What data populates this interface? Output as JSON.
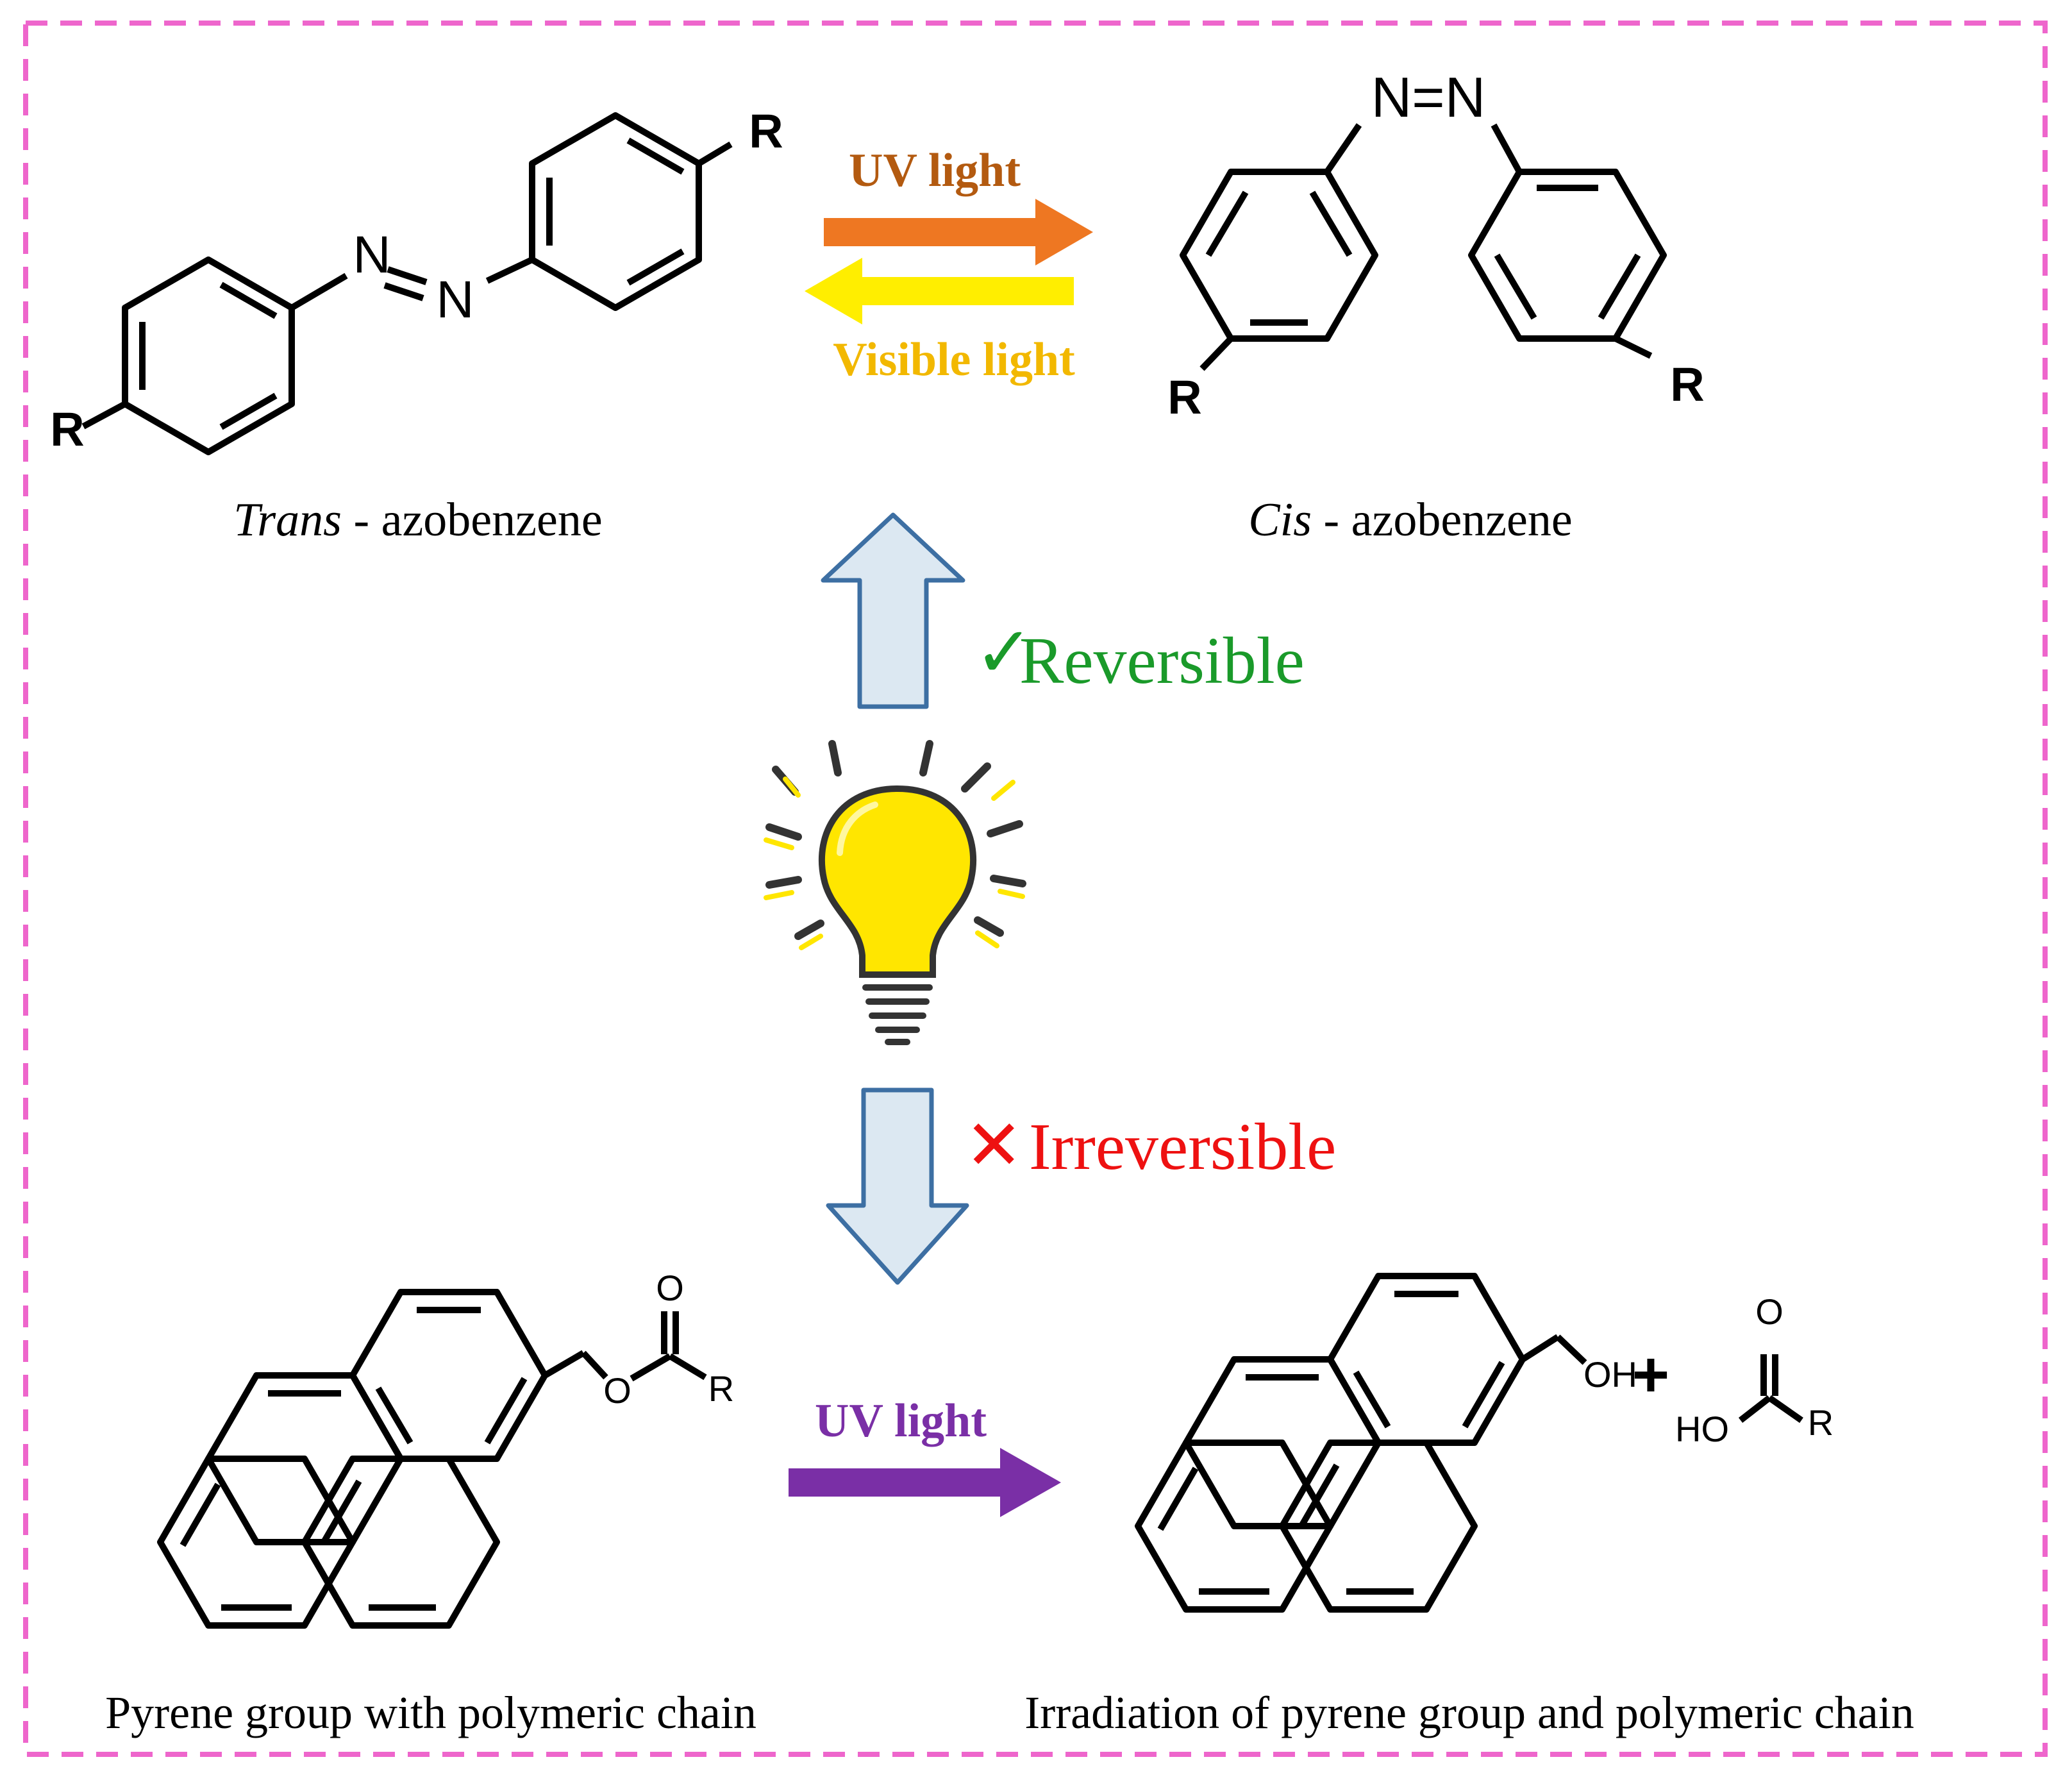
{
  "colors": {
    "frame": "#ee66cc",
    "uv_orange": "#ee7722",
    "uv_text": "#b35a10",
    "visible_yellow": "#ffee00",
    "visible_text": "#f2b800",
    "reversible_green": "#1a9a2a",
    "irreversible_red": "#ee1111",
    "uv_purple": "#7a2fa6",
    "block_arrow_fill": "#dce8f2",
    "block_arrow_stroke": "#3d6fa3",
    "bulb_yellow": "#ffe600",
    "bulb_outline": "#333333"
  },
  "top_reaction": {
    "uv_label": "UV light",
    "visible_label": "Visible light",
    "trans": {
      "name_italic": "Trans",
      "name_rest": " - azobenzene",
      "atoms": {
        "n1": "N",
        "n2": "N",
        "r_top": "R",
        "r_bottom": "R"
      }
    },
    "cis": {
      "name_italic": "Cis",
      "name_rest": " - azobenzene",
      "atoms": {
        "n_n": "N=N",
        "r_left": "R",
        "r_right": "R"
      }
    }
  },
  "middle": {
    "reversible_mark": "✓",
    "reversible_label": "Reversible",
    "irreversible_mark": "✕",
    "irreversible_label": "Irreversible",
    "icons": {
      "bulb": "light-bulb-icon"
    }
  },
  "bottom_reaction": {
    "uv_label": "UV light",
    "plus": "+",
    "reactant": {
      "caption": "Pyrene group with polymeric chain",
      "atoms": {
        "carbonyl_o": "O",
        "ester_o": "O",
        "r": "R"
      }
    },
    "products": {
      "caption": "Irradiation of pyrene group and polymeric chain",
      "atoms": {
        "oh": "OH",
        "carbonyl_o": "O",
        "ho": "HO",
        "r": "R"
      }
    }
  }
}
